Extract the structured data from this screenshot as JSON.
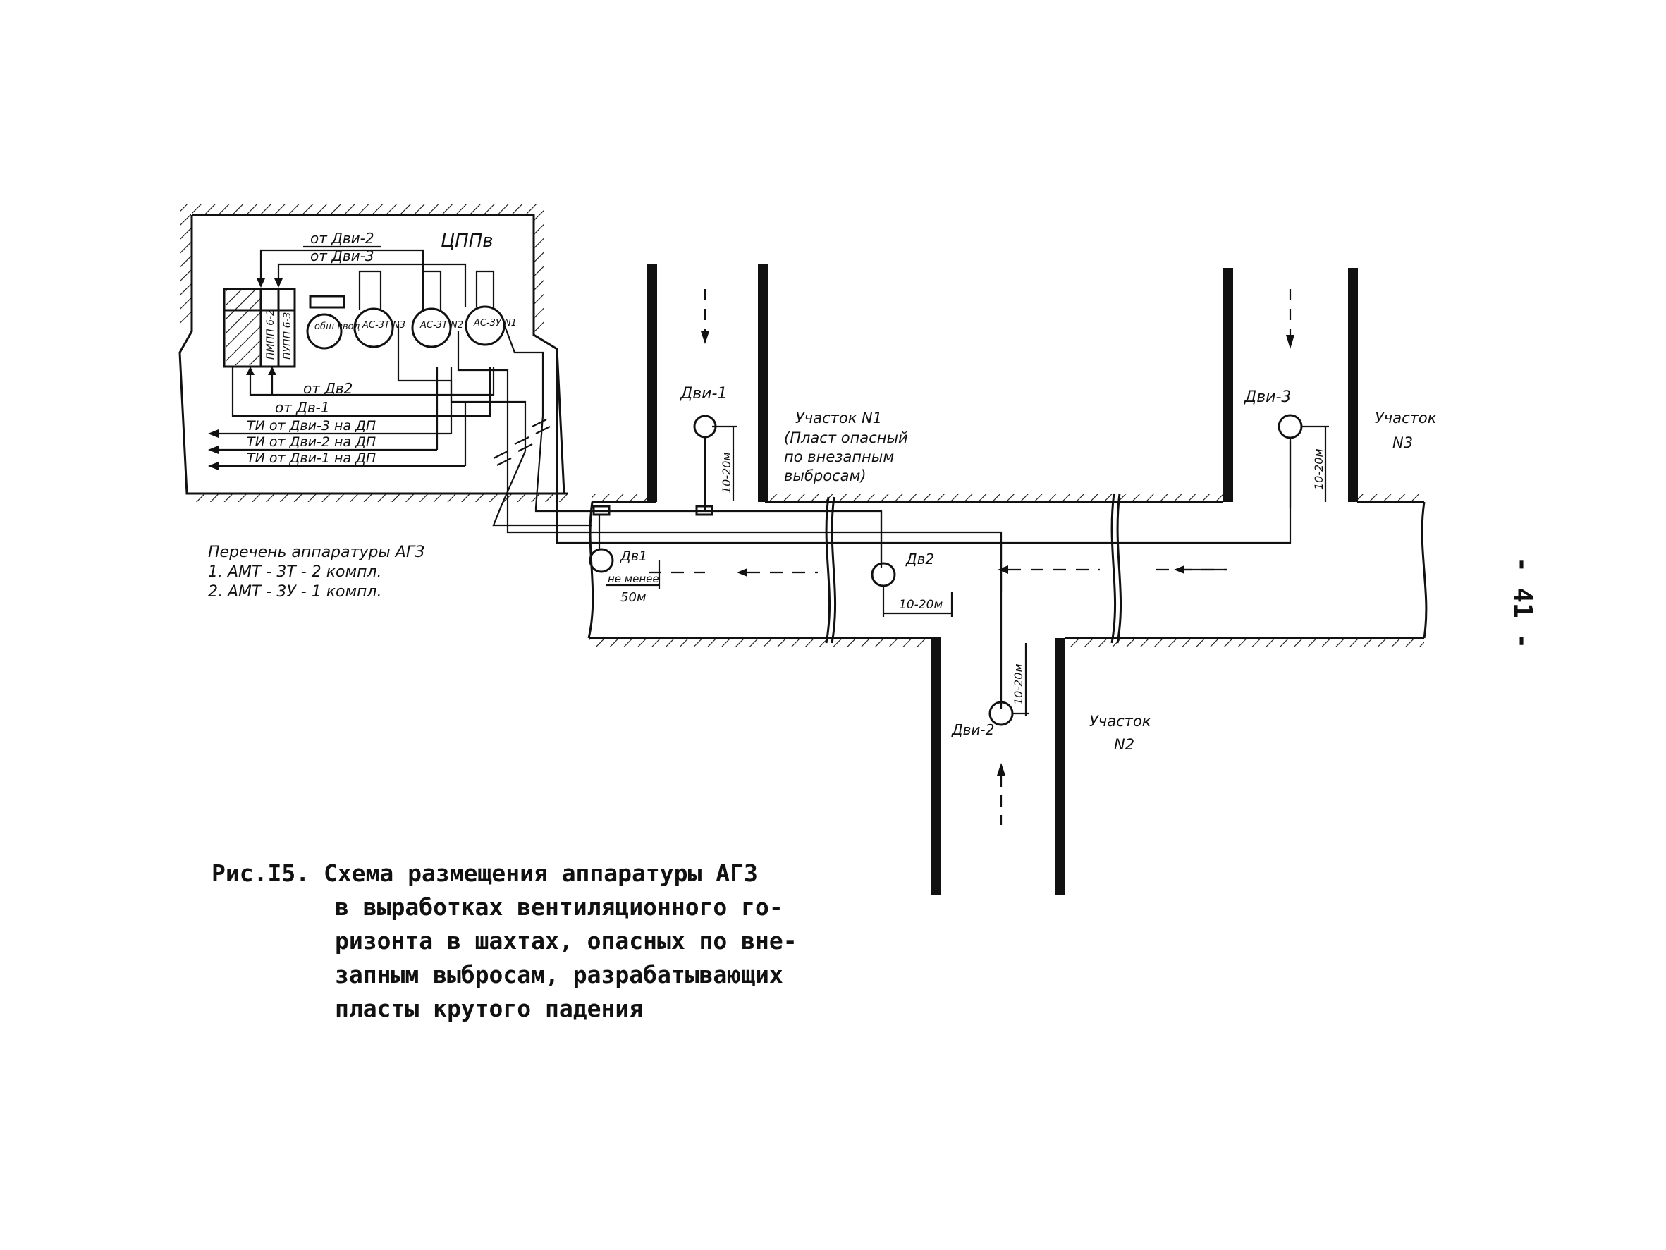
{
  "room": {
    "title": "ЦППв",
    "from_dvi2": "от Дви-2",
    "from_dvi3": "от Дви-3",
    "from_dv2": "от Дв2",
    "from_dv1": "от Дв-1",
    "ti1": "ТИ от Дви-3 на ДП",
    "ti2": "ТИ от Дви-2 на ДП",
    "ti3": "ТИ от Дви-1 на ДП",
    "panel1": "ПМПП 6-2",
    "panel2": "ПУПП 6-3",
    "common_input": "общ ввод",
    "as3t_n3": "АС-3Т N3",
    "as3t_n2": "АС-3Т N2",
    "as3u_n1": "АС-3У N1"
  },
  "equipment_list": {
    "title": "Перечень аппаратуры АГЗ",
    "item1": "1. АМТ - 3Т - 2 компл.",
    "item2": "2. АМТ - 3У - 1 компл."
  },
  "labels": {
    "dvi1": "Дви-1",
    "dvi2": "Дви-2",
    "dvi3": "Дви-3",
    "dv1": "Дв1",
    "dv2": "Дв2",
    "dist_10_20_a": "10-20м",
    "dist_10_20_b": "10-20м",
    "dist_10_20_c": "10-20м",
    "dist_10_20_d": "10-20м",
    "not_less": "не менее",
    "dist_50": "50м"
  },
  "sections": {
    "s1_title": "Участок N1",
    "s1_line2": "(Пласт опасный",
    "s1_line3": "по внезапным",
    "s1_line4": "выбросам)",
    "s2_title": "Участок",
    "s2_num": "N2",
    "s3_title": "Участок",
    "s3_num": "N3"
  },
  "caption": {
    "line1": "Рис.I5. Схема размещения аппаратуры АГЗ",
    "line2": "в выработках вентиляционного го-",
    "line3": "ризонта в шахтах, опасных по вне-",
    "line4": "запным выбросам, разрабатывающих",
    "line5": "пласты крутого падения"
  },
  "page_number": "- 41 -"
}
